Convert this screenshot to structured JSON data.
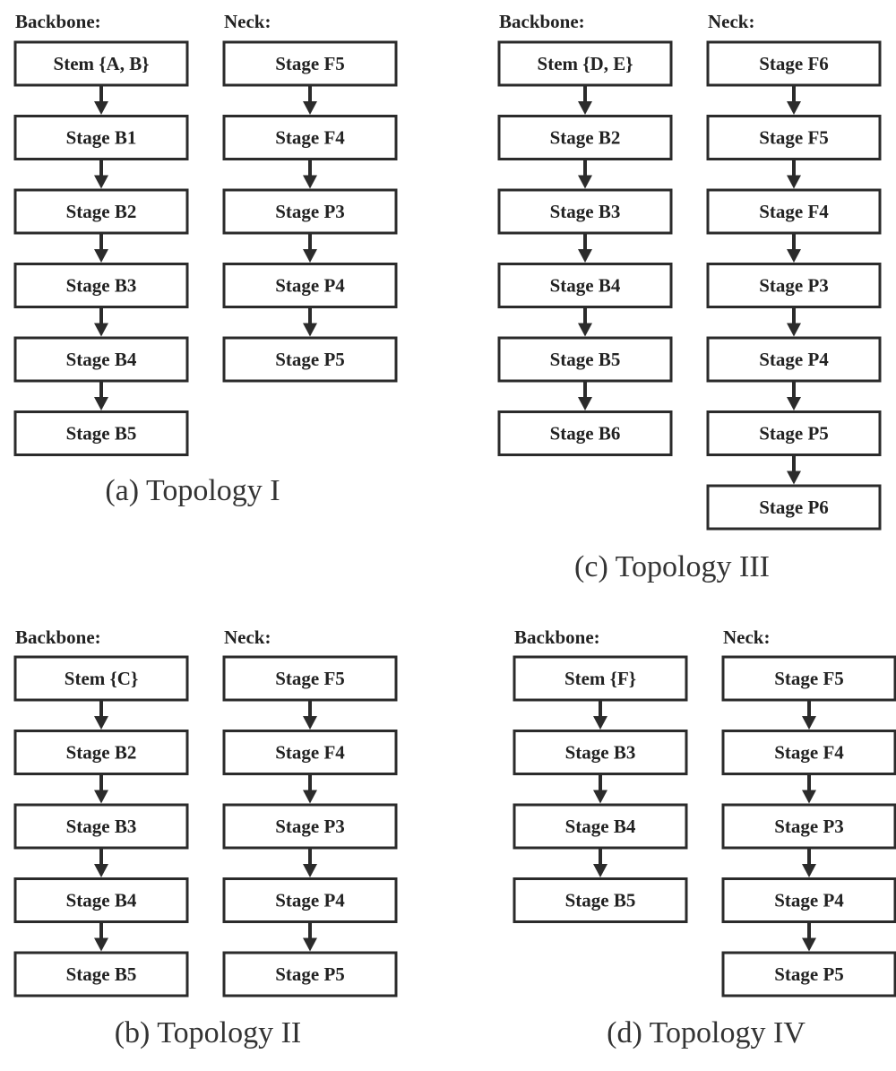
{
  "panels": [
    {
      "id": "a",
      "caption": "(a) Topology I",
      "backbone": {
        "heading": "Backbone:",
        "stages": [
          "Stem {A, B}",
          "Stage B1",
          "Stage B2",
          "Stage B3",
          "Stage B4",
          "Stage B5"
        ]
      },
      "neck": {
        "heading": "Neck:",
        "stages": [
          "Stage F5",
          "Stage F4",
          "Stage P3",
          "Stage P4",
          "Stage P5"
        ]
      }
    },
    {
      "id": "c",
      "caption": "(c) Topology III",
      "backbone": {
        "heading": "Backbone:",
        "stages": [
          "Stem {D, E}",
          "Stage B2",
          "Stage B3",
          "Stage B4",
          "Stage B5",
          "Stage B6"
        ]
      },
      "neck": {
        "heading": "Neck:",
        "stages": [
          "Stage F6",
          "Stage F5",
          "Stage F4",
          "Stage P3",
          "Stage P4",
          "Stage P5",
          "Stage P6"
        ]
      }
    },
    {
      "id": "b",
      "caption": "(b) Topology II",
      "backbone": {
        "heading": "Backbone:",
        "stages": [
          "Stem {C}",
          "Stage B2",
          "Stage B3",
          "Stage B4",
          "Stage B5"
        ]
      },
      "neck": {
        "heading": "Neck:",
        "stages": [
          "Stage F5",
          "Stage F4",
          "Stage P3",
          "Stage P4",
          "Stage P5"
        ]
      }
    },
    {
      "id": "d",
      "caption": "(d) Topology IV",
      "backbone": {
        "heading": "Backbone:",
        "stages": [
          "Stem {F}",
          "Stage B3",
          "Stage B4",
          "Stage B5"
        ]
      },
      "neck": {
        "heading": "Neck:",
        "stages": [
          "Stage F5",
          "Stage F4",
          "Stage P3",
          "Stage P4",
          "Stage P5"
        ]
      }
    }
  ]
}
